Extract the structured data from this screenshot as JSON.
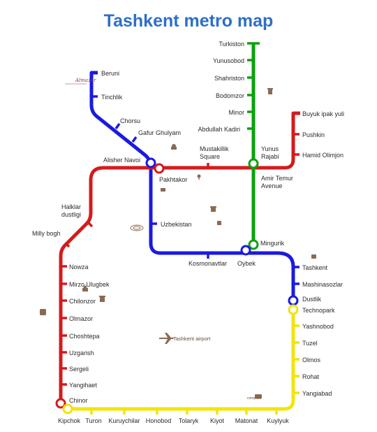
{
  "title": "Tashkent metro map",
  "colors": {
    "blue_line": "#1a1ae0",
    "green_line": "#0ea10e",
    "red_line": "#d41b1b",
    "yellow_line": "#f2e40f",
    "title": "#2e6fc7",
    "landmark": "#8a6a55"
  },
  "lines": [
    {
      "id": "green",
      "color": "#0ea10e",
      "stations": [
        "Turkiston",
        "Yunusobod",
        "Shahriston",
        "Bodomzor",
        "Minor",
        "Abdullah Kadiri",
        "Yunus Rajabi",
        "Mingurik"
      ]
    },
    {
      "id": "blue",
      "color": "#1a1ae0",
      "stations": [
        "Beruni",
        "Tinchlik",
        "Chorsu",
        "Gafur Ghulyam",
        "Alisher Navoi",
        "Uzbekistan",
        "Kosmonavtlar",
        "Oybek",
        "Tashkent",
        "Mashinasozlar",
        "Dustlik"
      ]
    },
    {
      "id": "red",
      "color": "#d41b1b",
      "stations": [
        "Buyuk ipak yuli",
        "Pushkin",
        "Hamid Olimjon",
        "Amir Temur Avenue",
        "Mustakillik Square",
        "Pakhtakor",
        "Halklar dustligi",
        "Milly bogh",
        "Nowza",
        "Mirzo Ulugbek",
        "Chilonzor",
        "Olmazor",
        "Choshtepa",
        "Uzgarish",
        "Sergeli",
        "Yangihaet",
        "Chinor"
      ]
    },
    {
      "id": "yellow",
      "color": "#f2e40f",
      "stations": [
        "Technopark",
        "Yashnobod",
        "Tuzel",
        "Olmos",
        "Rohat",
        "Yangiabad",
        "Kuylyuk",
        "Matonat",
        "Kiyot",
        "Tolaryk",
        "Honobod",
        "Kuruychilar",
        "Turon",
        "Kipchok"
      ]
    }
  ],
  "labels": {
    "turkiston": "Turkiston",
    "yunusobod": "Yunusobod",
    "shahriston": "Shahriston",
    "bodomzor": "Bodomzor",
    "minor": "Minor",
    "abdullah_kadiri": "Abdullah Kadiri",
    "yunus_rajabi_1": "Yunus",
    "yunus_rajabi_2": "Rajabi",
    "mingurik": "Mingurik",
    "beruni": "Beruni",
    "tinchlik": "Tinchlik",
    "chorsu": "Chorsu",
    "gafur_ghulyam": "Gafur Ghulyam",
    "alisher_navoi": "Alisher Navoi",
    "uzbekistan": "Uzbekistan",
    "kosmonavtlar": "Kosmonavtlar",
    "oybek": "Oybek",
    "tashkent": "Tashkent",
    "mashinasozlar": "Mashinasozlar",
    "dustlik": "Dustlik",
    "buyuk_ipak_yuli": "Buyuk ipak yuli",
    "pushkin": "Pushkin",
    "hamid_olimjon": "Hamid Olimjon",
    "amir_temur_1": "Amir Temur",
    "amir_temur_2": "Avenue",
    "mustakillik_1": "Mustakillik",
    "mustakillik_2": "Square",
    "pakhtakor": "Pakhtakor",
    "halklar_1": "Halklar",
    "halklar_2": "dustligi",
    "milly_bogh": "Milly bogh",
    "nowza": "Nowza",
    "mirzo_ulugbek": "Mirzo Ulugbek",
    "chilonzor": "Chilonzor",
    "olmazor": "Olmazor",
    "choshtepa": "Choshtepa",
    "uzgarish": "Uzgarish",
    "sergeli": "Sergeli",
    "yangihaet": "Yangihaet",
    "chinor": "Chinor",
    "technopark": "Technopark",
    "yashnobod": "Yashnobod",
    "tuzel": "Tuzel",
    "olmos": "Olmos",
    "rohat": "Rohat",
    "yangiabad": "Yangiabad",
    "kipchok": "Kipchok",
    "turon": "Turon",
    "kuruychilar": "Kuruychilar",
    "honobod": "Honobod",
    "tolaryk": "Tolaryk",
    "kiyot": "Kiyot",
    "matonat": "Matonat",
    "kuylyuk": "Kuylyuk"
  },
  "landmarks": {
    "airport": "Tashkent airport",
    "almazar": "Almazar",
    "compass": "compass"
  },
  "icons": [
    "airplane-icon",
    "monument-icon",
    "mosque-icon",
    "theatre-icon",
    "bus-icon",
    "tree-icon",
    "stadium-icon"
  ]
}
